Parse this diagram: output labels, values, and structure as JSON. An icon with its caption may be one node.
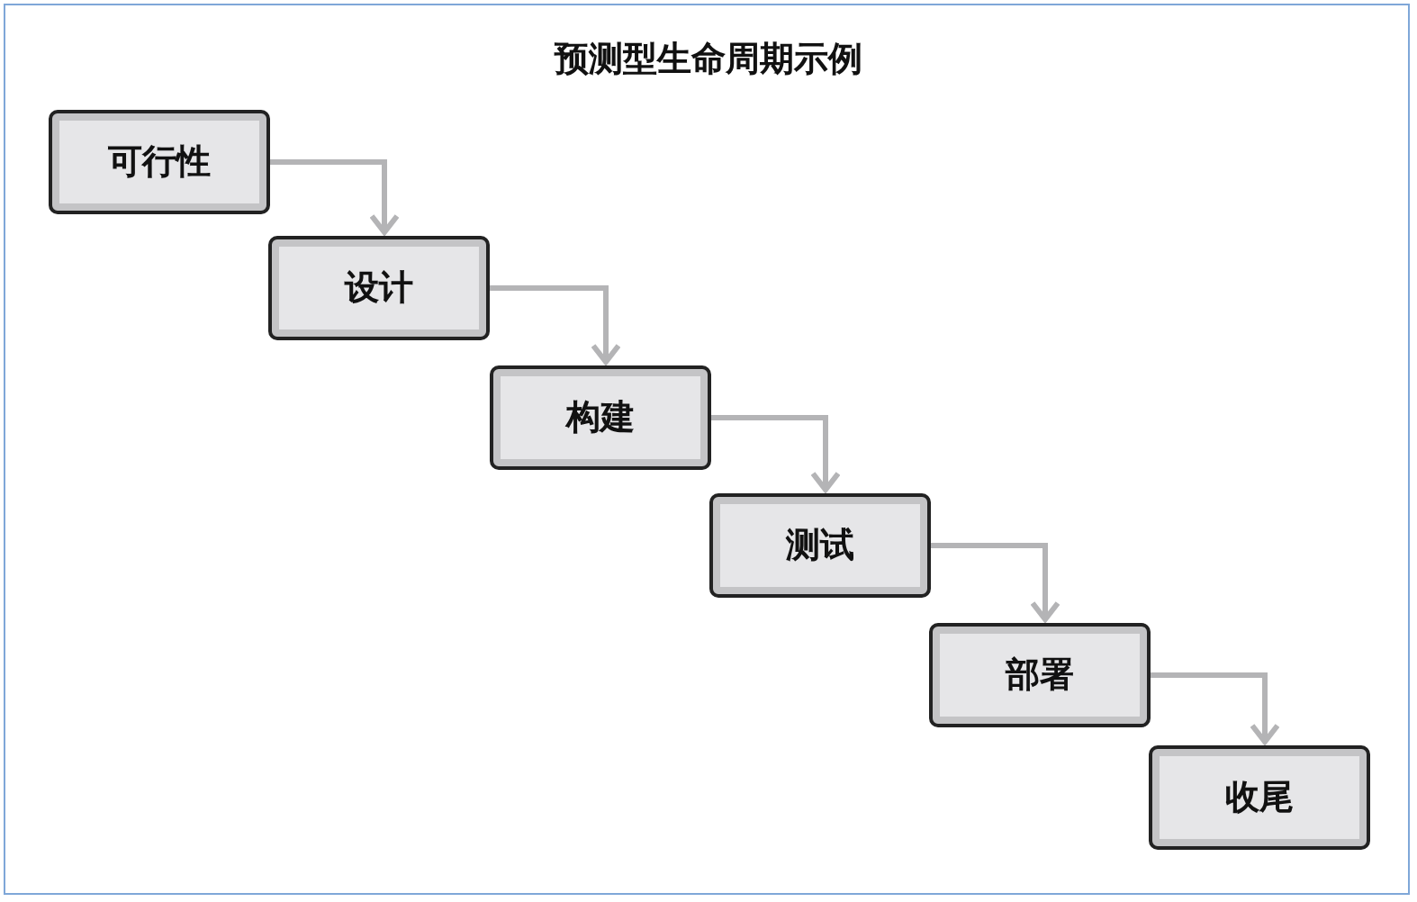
{
  "diagram": {
    "title": "预测型生命周期示例",
    "nodes": [
      {
        "text": [
          "可行性"
        ]
      },
      {
        "text": [
          "设计"
        ]
      },
      {
        "text": [
          "构建"
        ]
      },
      {
        "text": [
          "测试"
        ]
      },
      {
        "text": [
          "部署"
        ]
      },
      {
        "text": [
          "收尾"
        ]
      }
    ],
    "edges": [
      {
        "from": 0,
        "to": 1,
        "arrow": "to"
      },
      {
        "from": 1,
        "to": 2,
        "arrow": "to"
      },
      {
        "from": 2,
        "to": 3,
        "arrow": "to"
      },
      {
        "from": 3,
        "to": 4,
        "arrow": "to"
      },
      {
        "from": 4,
        "to": 5,
        "arrow": "to"
      }
    ]
  }
}
